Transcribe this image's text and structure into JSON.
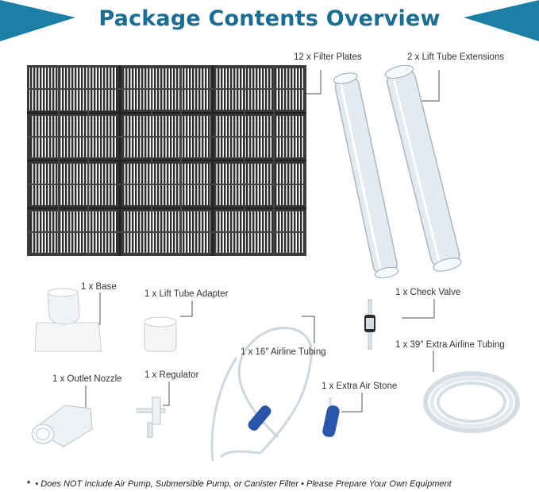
{
  "header": {
    "title": "Package Contents Overview"
  },
  "colors": {
    "title": "#1a6e93",
    "corner": "#1c7fa6",
    "plate": "#3a3a3a",
    "tube": "#dfe8ee",
    "stone": "#2a55a8",
    "leader": "#555555"
  },
  "items": {
    "filter_plates": "12 x Filter Plates",
    "lift_tube_extensions": "2 x Lift Tube Extensions",
    "base": "1 x Base",
    "lift_tube_adapter": "1 x Lift Tube Adapter",
    "check_valve": "1 x Check Valve",
    "airline_16": "1 x 16″ Airline Tubing",
    "airline_39": "1 x 39″ Extra Airline Tubing",
    "outlet_nozzle": "1 x Outlet Nozzle",
    "regulator": "1 x Regulator",
    "air_stone": "1 x Extra Air Stone"
  },
  "footnote": {
    "star": "*",
    "text": "• Does NOT Include Air Pump, Submersible Pump, or Canister Filter  • Please Prepare Your Own Equipment"
  }
}
